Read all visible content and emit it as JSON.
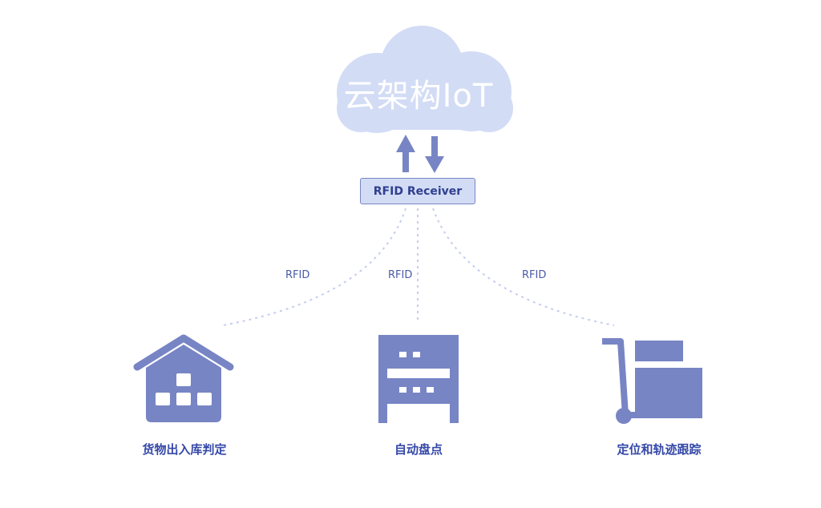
{
  "cloud": {
    "title": "云架构IoT",
    "icon": "cloud-icon"
  },
  "receiver": {
    "label": "RFID Receiver"
  },
  "links": [
    {
      "label": "RFID"
    },
    {
      "label": "RFID"
    },
    {
      "label": "RFID"
    }
  ],
  "nodes": [
    {
      "label": "货物出入库判定",
      "icon": "warehouse-icon"
    },
    {
      "label": "自动盘点",
      "icon": "shelf-rack-icon"
    },
    {
      "label": "定位和轨迹跟踪",
      "icon": "cart-icon"
    }
  ],
  "colors": {
    "cloud": "#d3dcf5",
    "icon": "#7785c4",
    "receiver_fill": "#d3dcf5",
    "receiver_border": "#7785c4",
    "dashed_link": "#c5cdef",
    "label_text": "#3548a8"
  }
}
